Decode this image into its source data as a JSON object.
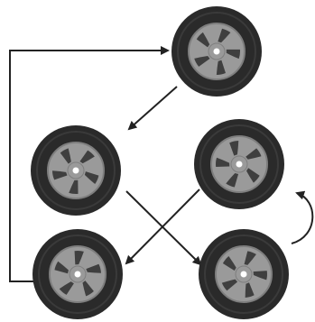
{
  "diagram": {
    "type": "tire-rotation-pattern",
    "title": "",
    "colors": {
      "background": "#ffffff",
      "tire": "#2a2a2a",
      "sidewall": "#3a3a3a",
      "rim": "#9a9a9a",
      "rim_edge": "#7e7e7e",
      "spoke_cutout": "#3f3f3f",
      "hub": "#ffffff",
      "arrow": "#222222"
    },
    "tires": [
      {
        "id": "spare",
        "label": ""
      },
      {
        "id": "front-left",
        "label": ""
      },
      {
        "id": "front-right",
        "label": ""
      },
      {
        "id": "rear-left",
        "label": ""
      },
      {
        "id": "rear-right",
        "label": ""
      }
    ],
    "rotations": [
      {
        "from": "spare",
        "to": "front-left"
      },
      {
        "from": "front-left",
        "to": "rear-right"
      },
      {
        "from": "front-right",
        "to": "rear-left"
      },
      {
        "from": "rear-left",
        "to": "spare"
      },
      {
        "from": "rear-right",
        "to": "front-right"
      }
    ]
  }
}
